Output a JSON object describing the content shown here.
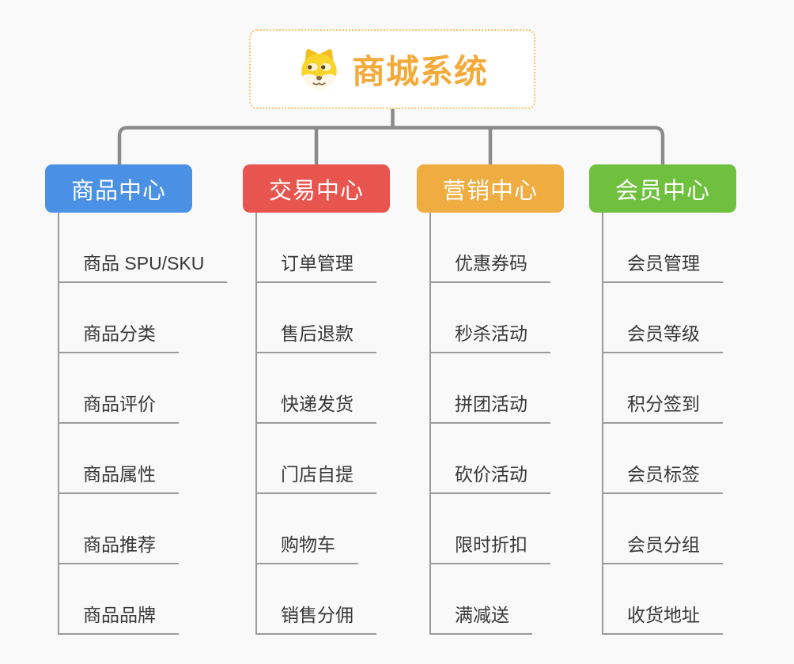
{
  "root": {
    "title": "商城系统",
    "icon": "dog-face-icon",
    "title_color": "#f2ab3a",
    "border_color": "#f6c46c"
  },
  "branches": [
    {
      "label": "商品中心",
      "color": "#4a90e5",
      "items": [
        "商品 SPU/SKU",
        "商品分类",
        "商品评价",
        "商品属性",
        "商品推荐",
        "商品品牌"
      ]
    },
    {
      "label": "交易中心",
      "color": "#e7554e",
      "items": [
        "订单管理",
        "售后退款",
        "快递发货",
        "门店自提",
        "购物车",
        "销售分佣"
      ]
    },
    {
      "label": "营销中心",
      "color": "#eeac41",
      "items": [
        "优惠券码",
        "秒杀活动",
        "拼团活动",
        "砍价活动",
        "限时折扣",
        "满减送"
      ]
    },
    {
      "label": "会员中心",
      "color": "#70c040",
      "items": [
        "会员管理",
        "会员等级",
        "积分签到",
        "会员标签",
        "会员分组",
        "收货地址"
      ]
    }
  ],
  "connector_color": "#8b8b8b",
  "leaf_line_color": "#9a9a9a",
  "leaf_text_color": "#383838"
}
